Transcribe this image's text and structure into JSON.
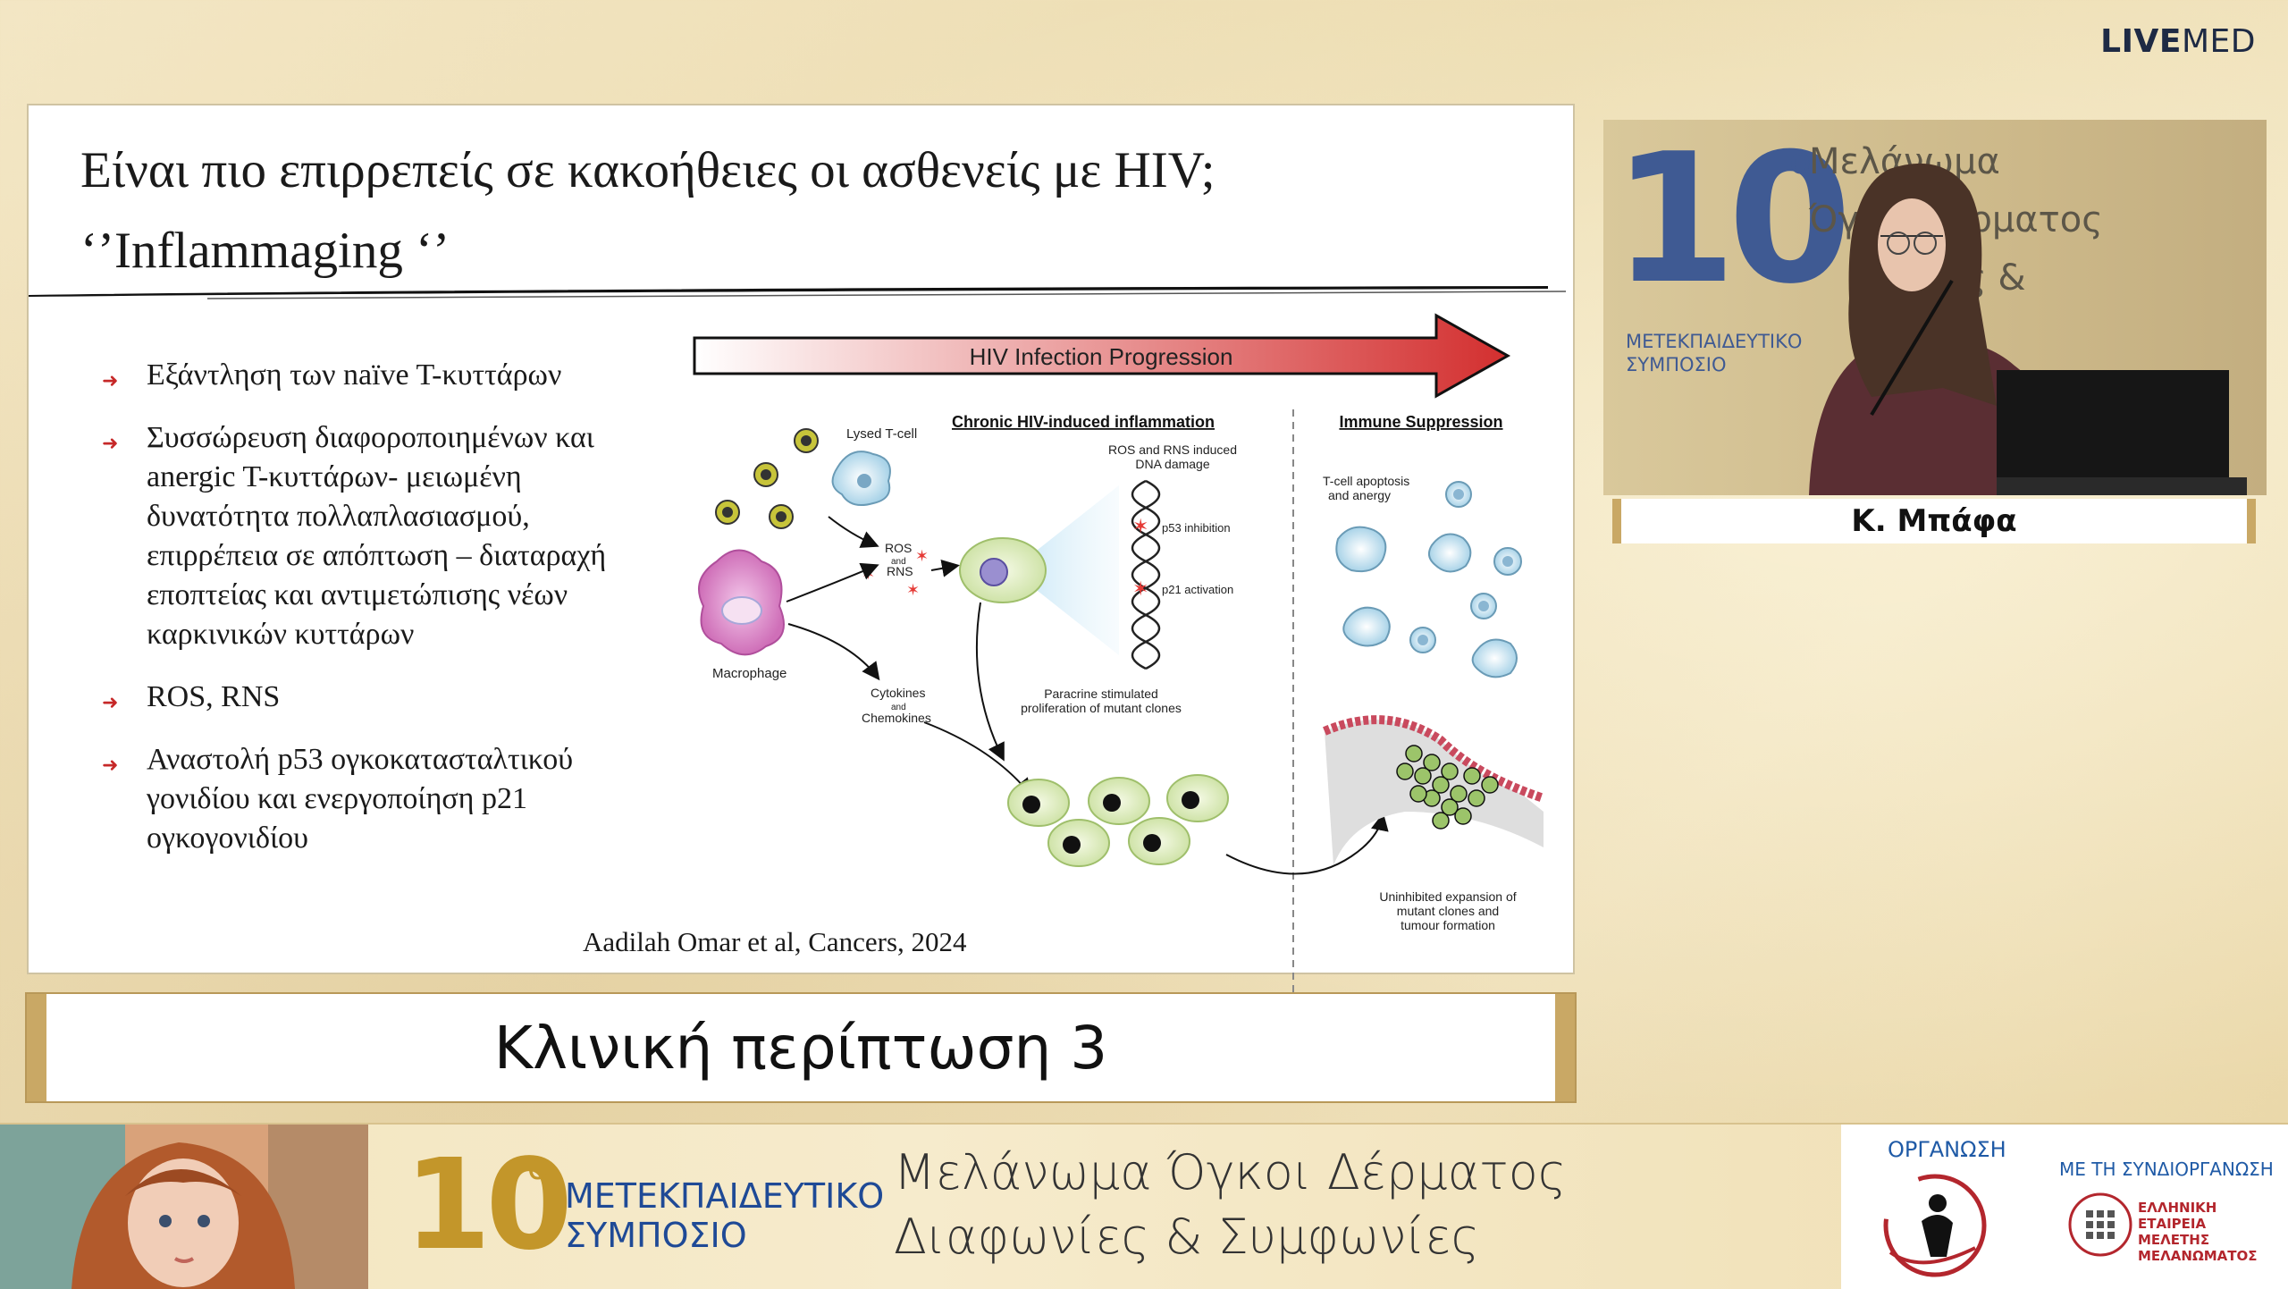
{
  "brand": {
    "prefix": "LIVE",
    "suffix": "MED"
  },
  "slide": {
    "title": "Είναι πιο επιρρεπείς σε κακοήθειες οι ασθενείς με HIV;",
    "subtitle": "‘’Inflammaging ‘’",
    "bullets": [
      "Εξάντληση των naïve T-κυττάρων",
      "Συσσώρευση διαφοροποιημένων και anergic T-κυττάρων- μειωμένη δυνατότητα πολλαπλασιασμού, επιρρέπεια σε απόπτωση – διαταραχή εποπτείας και αντιμετώπισης νέων καρκινικών κυττάρων",
      "ROS, RNS",
      "Αναστολή p53 ογκοκατασταλτικού γονιδίου και ενεργοποίηση p21 ογκογονιδίου"
    ],
    "citation": "Aadilah Omar et al, Cancers, 2024",
    "figure": {
      "arrow_label": "HIV Infection Progression",
      "section_left": "Chronic HIV-induced inflammation",
      "section_right": "Immune Suppression",
      "lysed": "Lysed T-cell",
      "ros_rns": "ROS",
      "and1": "and",
      "rns": "RNS",
      "macrophage": "Macrophage",
      "cytokines": "Cytokines",
      "and2": "and",
      "chemokines": "Chemokines",
      "dna_line1": "ROS and RNS induced",
      "dna_line2": "DNA damage",
      "p53": "p53 inhibition",
      "p21": "p21 activation",
      "paracrine1": "Paracrine stimulated",
      "paracrine2": "proliferation of mutant clones",
      "apoptosis1": "T-cell apoptosis",
      "apoptosis2": "and anergy",
      "uninhibited1": "Uninhibited expansion of",
      "uninhibited2": "mutant clones and",
      "uninhibited3": "tumour formation"
    }
  },
  "caption": "Κλινική περίπτωση 3",
  "speaker": {
    "name": "Κ. Μπάφα",
    "backdrop_number": "10",
    "backdrop_deg": "ο",
    "backdrop_l1": "Μελάνωμα",
    "backdrop_l2": "Όγκοι Δέρματος",
    "backdrop_l3": "ίες &",
    "backdrop_l4": "ΜΕΤΕΚΠΑΙΔΕΥΤΙΚΟ",
    "backdrop_l5": "ΣΥΜΠΟΣΙΟ"
  },
  "footer": {
    "number": "10",
    "degree": "ο",
    "symposium_line1": "ΜΕΤΕΚΠΑΙΔΕΥΤΙΚΟ",
    "symposium_line2": "ΣΥΜΠΟΣΙΟ",
    "topic_line1": "Μελάνωμα Όγκοι Δέρματος",
    "topic_line2": "Διαφωνίες & Συμφωνίες",
    "organization_label": "ΟΡΓΑΝΩΣΗ",
    "coorganization_label": "ΜΕ ΤΗ ΣΥΝΔΙΟΡΓΑΝΩΣΗ",
    "coorg_name_1": "ΕΛΛΗΝΙΚΗ",
    "coorg_name_2": "ΕΤΑΙΡΕΙΑ",
    "coorg_name_3": "ΜΕΛΕΤΗΣ",
    "coorg_name_4": "ΜΕΛΑΝΩΜΑΤΟΣ"
  },
  "colors": {
    "accent_gold": "#c9a865",
    "footer_number": "#c3962a",
    "footer_blue": "#1f4a96",
    "bullet_red": "#c62828",
    "arrow_red": "#d32f2f"
  }
}
